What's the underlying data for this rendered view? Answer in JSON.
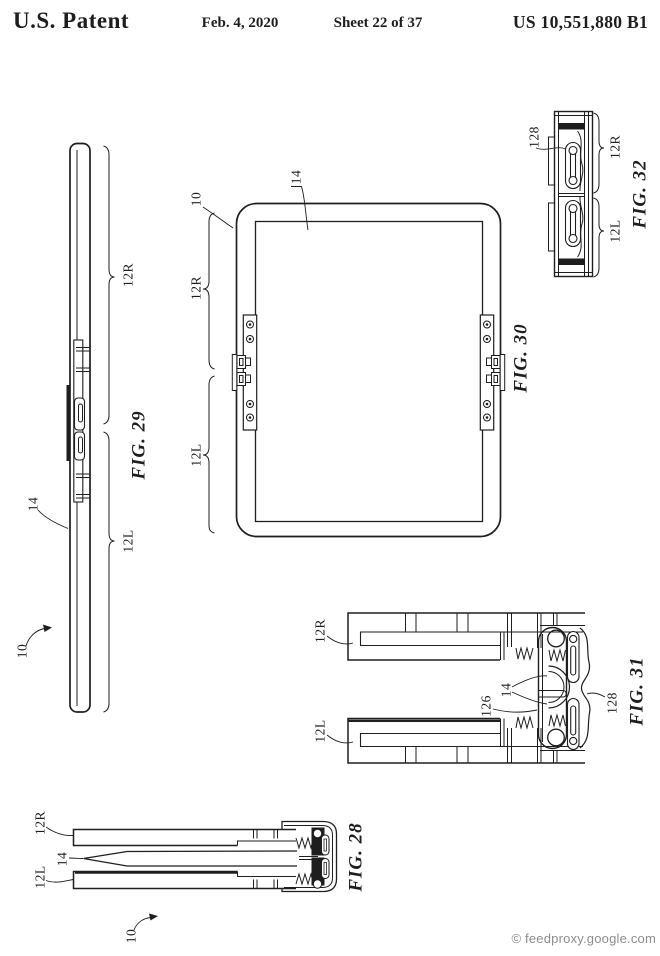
{
  "header": {
    "title": "U.S. Patent",
    "date": "Feb. 4, 2020",
    "sheet": "Sheet 22 of 37",
    "patent_number": "US 10,551,880 B1"
  },
  "figures": {
    "fig28": {
      "caption": "FIG. 28",
      "refs": {
        "r10": "10",
        "r12R": "12R",
        "r12L": "12L",
        "r14": "14"
      }
    },
    "fig29": {
      "caption": "FIG. 29",
      "refs": {
        "r10": "10",
        "r12R": "12R",
        "r12L": "12L",
        "r14": "14"
      }
    },
    "fig30": {
      "caption": "FIG. 30",
      "refs": {
        "r10": "10",
        "r12R": "12R",
        "r12L": "12L",
        "r14": "14"
      }
    },
    "fig31": {
      "caption": "FIG. 31",
      "refs": {
        "r12R": "12R",
        "r12L": "12L",
        "r126": "126",
        "r128": "128",
        "r14": "14"
      }
    },
    "fig32": {
      "caption": "FIG. 32",
      "refs": {
        "r128": "128",
        "r12R": "12R",
        "r12L": "12L"
      }
    }
  },
  "footer": {
    "credit": "© feedproxy.google.com"
  },
  "colors": {
    "line": "#1e1e1e",
    "footer_text": "#8d8d8d",
    "background": "#ffffff"
  }
}
